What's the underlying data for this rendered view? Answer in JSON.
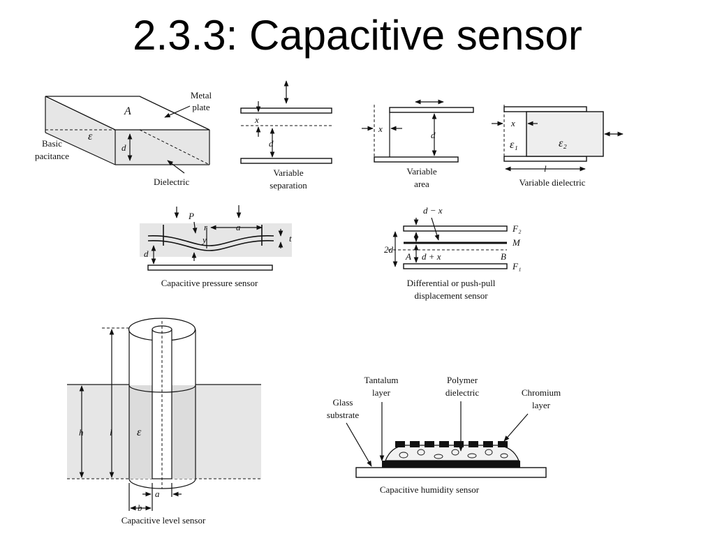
{
  "slide": {
    "title": "2.3.3: Capacitive sensor"
  },
  "basic": {
    "metal_plate_1": "Metal",
    "metal_plate_2": "plate",
    "area": "A",
    "eps": "ε",
    "d": "d",
    "basic_1": "Basic",
    "basic_2": "pacitance",
    "dielectric": "Dielectric"
  },
  "variable_separation": {
    "x": "x",
    "d": "d",
    "caption_1": "Variable",
    "caption_2": "separation"
  },
  "variable_area": {
    "x": "x",
    "d": "d",
    "caption_1": "Variable",
    "caption_2": "area"
  },
  "variable_dielectric": {
    "x": "x",
    "eps1": "ε₁",
    "eps2": "ε₂",
    "l": "l",
    "caption": "Variable dielectric"
  },
  "pressure": {
    "P": "P",
    "r": "r",
    "a": "a",
    "y": "y",
    "t": "t",
    "d": "d",
    "caption": "Capacitive pressure sensor"
  },
  "differential": {
    "d_minus_x": "d − x",
    "F2": "F₂",
    "M": "M",
    "two_d": "2d",
    "A": "A",
    "d_plus_x": "d + x",
    "B": "B",
    "F1": "F₁",
    "caption_1": "Differential or push-pull",
    "caption_2": "displacement sensor"
  },
  "level": {
    "h": "h",
    "l": "l",
    "eps": "ε",
    "a": "a",
    "b": "b",
    "caption": "Capacitive level sensor"
  },
  "humidity": {
    "tantalum_1": "Tantalum",
    "tantalum_2": "layer",
    "polymer_1": "Polymer",
    "polymer_2": "dielectric",
    "chromium_1": "Chromium",
    "chromium_2": "layer",
    "glass_1": "Glass",
    "glass_2": "substrate",
    "caption": "Capacitive humidity sensor"
  }
}
